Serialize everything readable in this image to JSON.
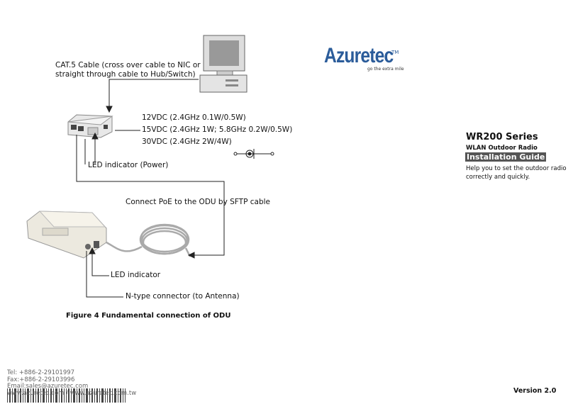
{
  "brand": {
    "logo": "Azuretec",
    "trademark": "TM",
    "slogan": "go the extra mile"
  },
  "product": {
    "series": "WR200 Series",
    "subtitle": "WLAN Outdoor Radio",
    "guide_label": "Installation Guide",
    "help_line1": "Help you to set the outdoor radio",
    "help_line2": "correctly and quickly."
  },
  "diagram": {
    "cable_label_line1": "CAT.5 Cable (cross over cable to NIC or",
    "cable_label_line2": "straight through cable to Hub/Switch)",
    "voltage_1": "12VDC (2.4GHz 0.1W/0.5W)",
    "voltage_2": "15VDC (2.4GHz 1W; 5.8GHz 0.2W/0.5W)",
    "voltage_3": "30VDC (2.4GHz 2W/4W)",
    "led_power": "LED indicator (Power)",
    "poe_label": "Connect PoE to the ODU by SFTP cable",
    "led_indicator": "LED indicator",
    "n_type": "N-type connector (to Antenna)"
  },
  "caption": "Figure 4 Fundamental connection of ODU",
  "contact": {
    "tel": "Tel: +886-2-29101997",
    "fax": "Fax:+886-2-29103996",
    "email": "Email:sales@azuretec.com",
    "web": "www.azuretec.com / www.azuretec.com.tw"
  },
  "version": "Version 2.0"
}
